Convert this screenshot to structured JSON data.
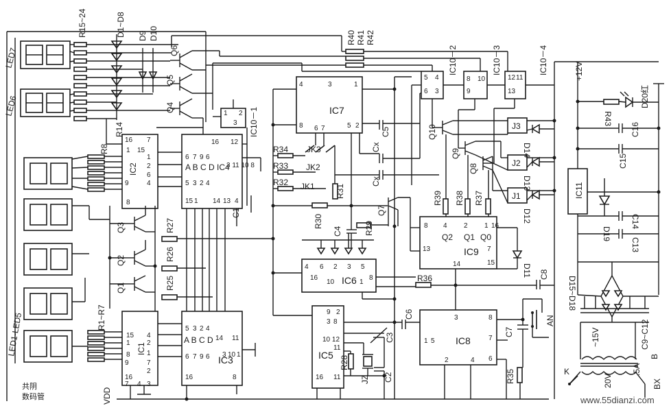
{
  "labels": {
    "led7": "LED7",
    "led6": "LED6",
    "led1_5": "LED1-LED5",
    "common_anode_line1": "共阴",
    "common_anode_line2": "数码管",
    "r15_24": "R15~24",
    "d1_d8": "D1~D8",
    "d9": "D9",
    "d10": "D10",
    "q6": "Q6",
    "q5": "Q5",
    "q4": "Q4",
    "q3": "Q3",
    "q2": "Q2",
    "q1": "Q1",
    "r14": "R14",
    "r8": "R8",
    "r1_r7": "R1~R7",
    "r27": "R27",
    "r26": "R26",
    "r25": "R25",
    "ic1": "IC1",
    "ic2": "IC2",
    "ic3": "IC3",
    "ic4": "IC4",
    "ic5": "IC5",
    "ic6": "IC6",
    "ic7": "IC7",
    "ic8": "IC8",
    "ic9": "IC9",
    "ic11": "IC11",
    "ic10_1": "IC10－1",
    "ic10_2": "IC10－2",
    "ic10_3": "IC10－3",
    "ic10_4": "IC10－4",
    "r40": "R40",
    "r41": "R41",
    "r42": "R42",
    "r34": "R34",
    "r33": "R33",
    "r32": "R32",
    "jk3": "JK3",
    "jk2": "JK2",
    "jk1": "JK1",
    "r31": "R31",
    "r30": "R30",
    "r29": "R29",
    "c1": "C1",
    "c2": "C2",
    "c3": "C3",
    "c4": "C4",
    "c5": "C5",
    "c6": "C6",
    "c7": "C7",
    "c8": "C8",
    "cx1": "Cx",
    "cx2": "Cx",
    "q7": "Q7",
    "q8": "Q8",
    "q9": "Q9",
    "q10": "Q10",
    "r37": "R37",
    "r38": "R38",
    "r39": "R39",
    "j1": "J1",
    "j2": "J2",
    "j3": "J3",
    "d11": "D11",
    "d12": "D12",
    "d13": "D13",
    "d14": "D14",
    "r36": "R36",
    "r35": "R35",
    "r28": "R28",
    "jz": "JZ",
    "an": "AN",
    "vdd": "VDD",
    "plus12v": "+12V",
    "r43": "R43",
    "d20": "D20红",
    "c16": "C16",
    "c15": "C15",
    "c14": "C14",
    "c13": "C13",
    "d19": "D19",
    "d15_d18": "D15~D18",
    "c9_c12": "C9~C12",
    "v15": "~15V",
    "v20": "20V",
    "bx": "BX",
    "fuse": ".5A",
    "k": "K",
    "b": "B",
    "watermark": "www.55dianzi.com"
  }
}
